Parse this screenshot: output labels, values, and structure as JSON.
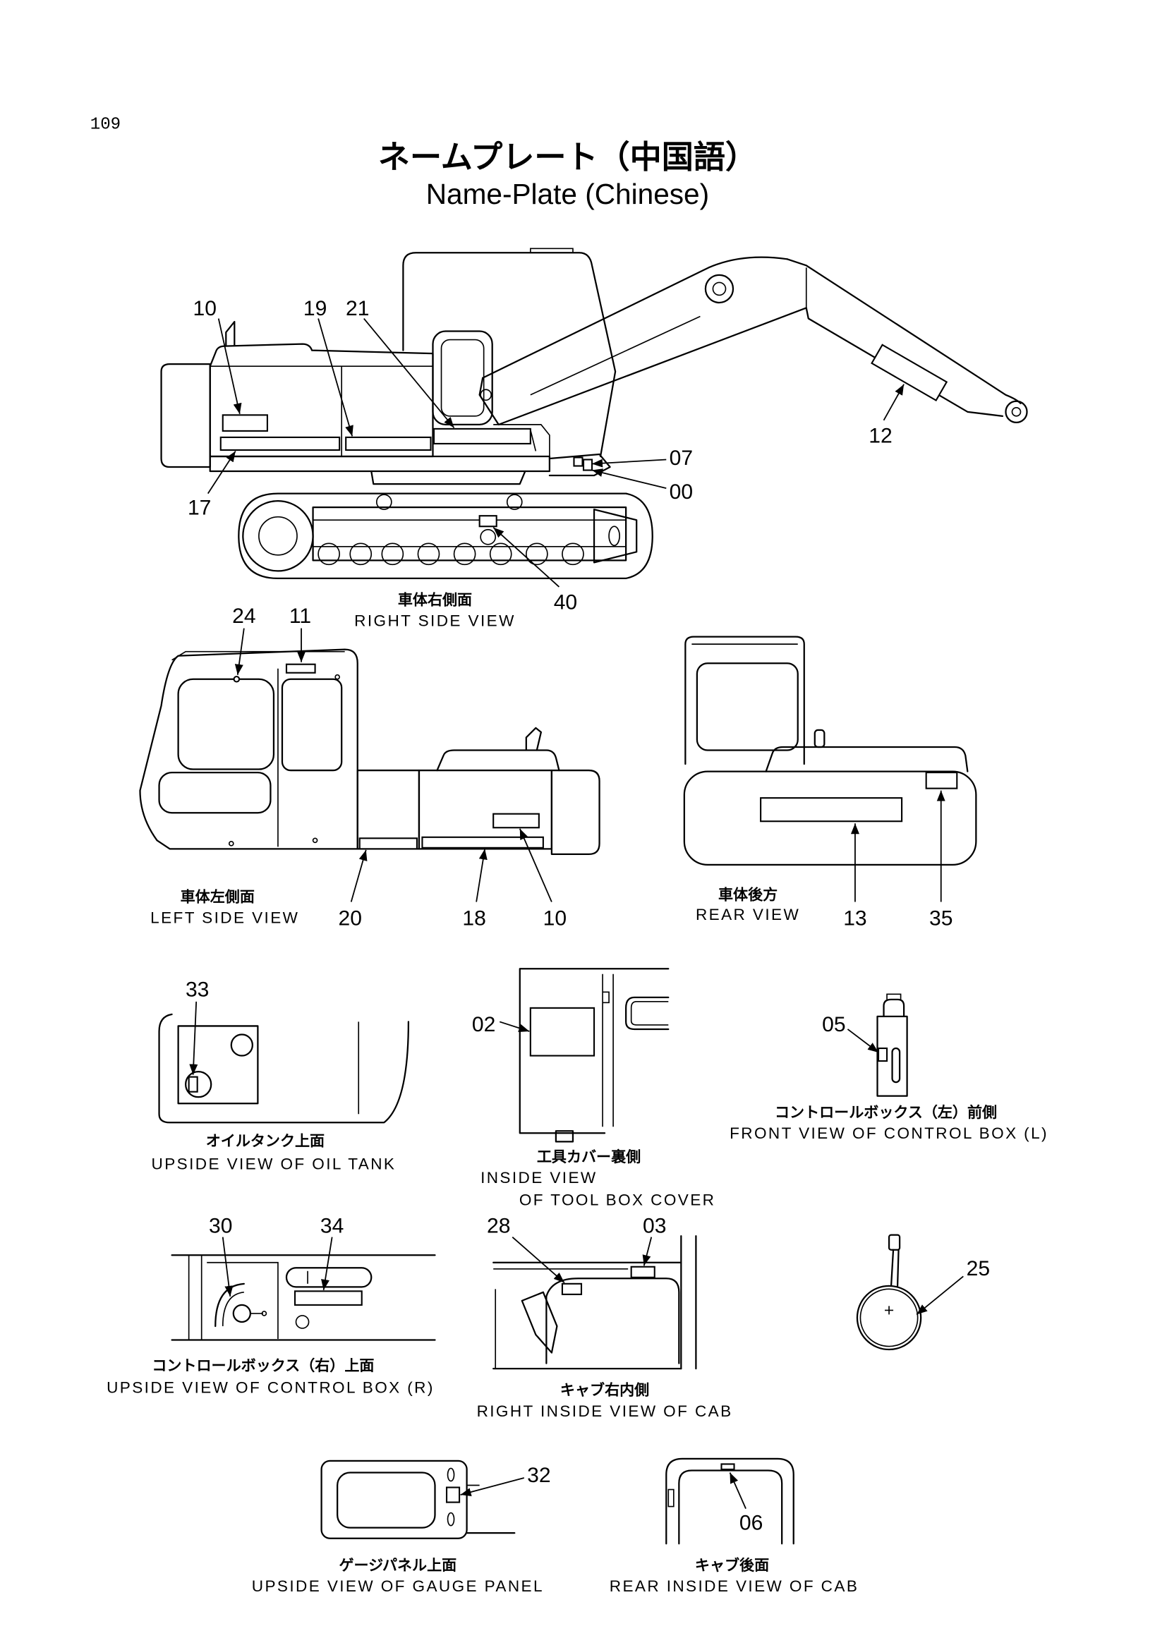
{
  "page_number": "109",
  "title": {
    "ja": "ネームプレート（中国語）",
    "en": "Name-Plate (Chinese)"
  },
  "colors": {
    "ink": "#000000",
    "paper": "#ffffff"
  },
  "views": {
    "right_side": {
      "caption_ja": "車体右側面",
      "caption_en": "RIGHT SIDE VIEW",
      "callouts": [
        "10",
        "19",
        "21",
        "12",
        "07",
        "00",
        "17",
        "40"
      ]
    },
    "left_side": {
      "caption_ja": "車体左側面",
      "caption_en": "LEFT SIDE VIEW",
      "callouts": [
        "24",
        "11",
        "20",
        "18",
        "10"
      ]
    },
    "rear": {
      "caption_ja": "車体後方",
      "caption_en": "REAR VIEW",
      "callouts": [
        "13",
        "35"
      ]
    },
    "oil_tank": {
      "caption_ja": "オイルタンク上面",
      "caption_en": "UPSIDE VIEW OF OIL TANK",
      "callouts": [
        "33"
      ]
    },
    "tool_box_cover": {
      "caption_ja": "工具カバー裏側",
      "caption_en": [
        "INSIDE VIEW",
        "OF TOOL BOX COVER"
      ],
      "callouts": [
        "02"
      ]
    },
    "control_box_l": {
      "caption_ja": "コントロールボックス（左）前側",
      "caption_en": "FRONT VIEW OF CONTROL BOX (L)",
      "callouts": [
        "05"
      ]
    },
    "control_box_r": {
      "caption_ja": "コントロールボックス（右）上面",
      "caption_en": "UPSIDE VIEW OF CONTROL BOX (R)",
      "callouts": [
        "30",
        "34"
      ]
    },
    "cab_right_inside": {
      "caption_ja": "キャブ右内側",
      "caption_en": "RIGHT INSIDE VIEW OF CAB",
      "callouts": [
        "28",
        "03"
      ]
    },
    "grip": {
      "callouts": [
        "25"
      ]
    },
    "gauge_panel": {
      "caption_ja": "ゲージパネル上面",
      "caption_en": "UPSIDE VIEW OF GAUGE PANEL",
      "callouts": [
        "32"
      ]
    },
    "cab_rear_inside": {
      "caption_ja": "キャブ後面",
      "caption_en": "REAR INSIDE VIEW OF CAB",
      "callouts": [
        "06"
      ]
    }
  }
}
